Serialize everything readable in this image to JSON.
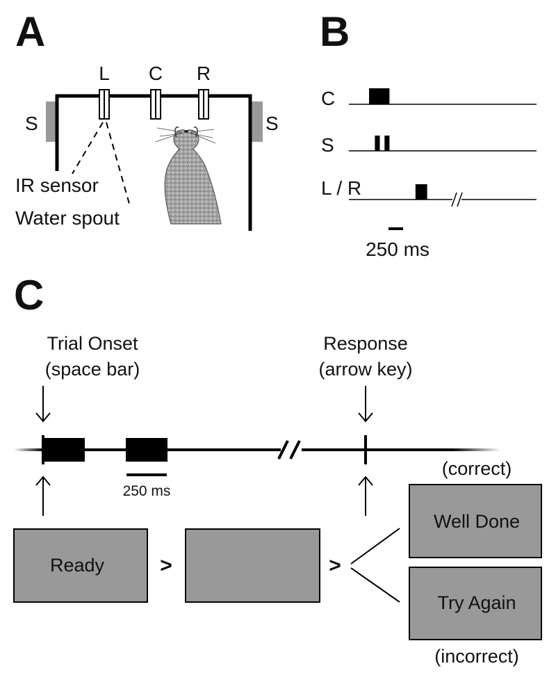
{
  "panels": {
    "a": {
      "letter": "A",
      "port_labels": [
        "L",
        "C",
        "R"
      ],
      "speaker_label_left": "S",
      "speaker_label_right": "S",
      "ir_sensor_label": "IR sensor",
      "water_spout_label": "Water spout",
      "colors": {
        "speaker": "#999999",
        "wall": "#000000"
      }
    },
    "b": {
      "letter": "B",
      "rows": [
        {
          "label": "C",
          "pulses_ms": [
            [
              0,
              350
            ]
          ]
        },
        {
          "label": "S",
          "pulses_ms": [
            [
              100,
              185
            ],
            [
              265,
              350
            ]
          ]
        },
        {
          "label": "L / R",
          "pulses_ms": [
            [
              795,
              995
            ]
          ],
          "break": true
        }
      ],
      "scale_bar_label": "250 ms"
    },
    "c": {
      "letter": "C",
      "trial_onset_label": [
        "Trial Onset",
        "(space bar)"
      ],
      "response_label": [
        "Response",
        "(arrow key)"
      ],
      "scale_bar_label": "250 ms",
      "screens": {
        "ready": "Ready",
        "blank": "",
        "correct": "Well Done",
        "incorrect": "Try Again"
      },
      "correct_label": "(correct)",
      "incorrect_label": "(incorrect)",
      "sequence_symbol": ">",
      "colors": {
        "screen_fill": "#999999",
        "line": "#000000"
      }
    }
  }
}
